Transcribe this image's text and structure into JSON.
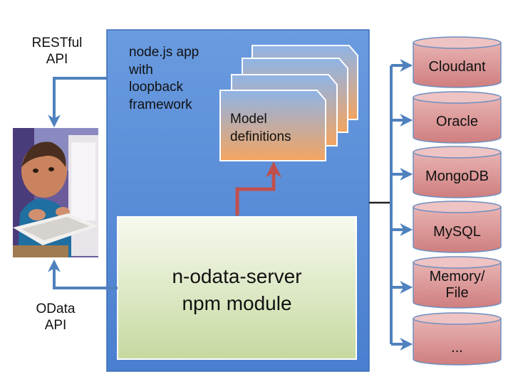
{
  "apis": {
    "restful": {
      "line1": "RESTful",
      "line2": "API"
    },
    "odata": {
      "line1": "OData",
      "line2": "API"
    }
  },
  "app": {
    "label_lines": [
      "node.js app",
      "with",
      "loopback",
      "framework"
    ]
  },
  "model": {
    "label_lines": [
      "Model",
      "definitions"
    ]
  },
  "server": {
    "label_lines": [
      "n-odata-server",
      "npm module"
    ]
  },
  "datasources": [
    {
      "lines": [
        "Cloudant"
      ]
    },
    {
      "lines": [
        "Oracle"
      ]
    },
    {
      "lines": [
        "MongoDB"
      ]
    },
    {
      "lines": [
        "MySQL"
      ]
    },
    {
      "lines": [
        "Memory/",
        "File"
      ]
    },
    {
      "lines": [
        "..."
      ]
    }
  ],
  "colors": {
    "app_box": "#5b8fd8",
    "arrow_blue": "#4f81bd",
    "arrow_red": "#c0504d",
    "server_top": "#f7faef",
    "server_bottom": "#c6d9a0",
    "db_fill": "#d99696",
    "db_top": "#e6b6b6"
  },
  "icons": {
    "user_photo": "child-at-computer-photo"
  }
}
